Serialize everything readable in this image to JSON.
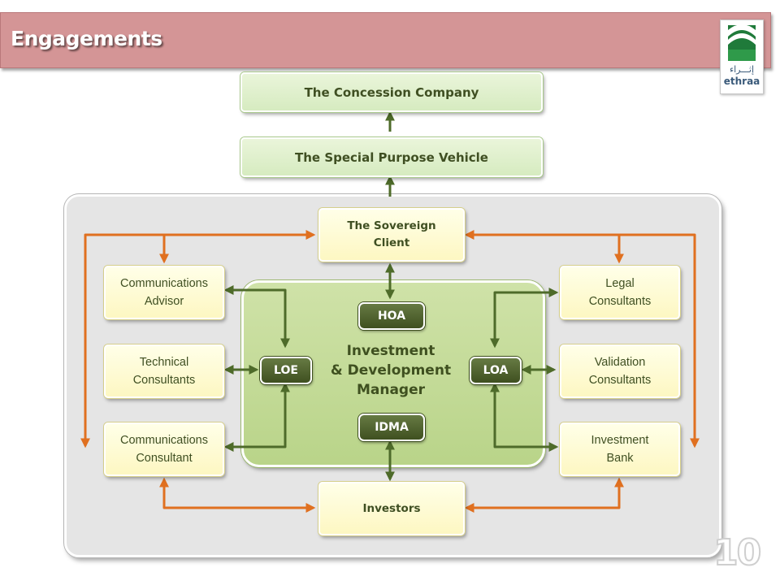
{
  "header": {
    "title": "Engagements"
  },
  "logo": {
    "arabic_text": "إثـــراء",
    "text": "ethraa"
  },
  "diagram": {
    "top_boxes": {
      "concession_company": "The Concession Company",
      "special_purpose_vehicle": "The Special Purpose Vehicle"
    },
    "sovereign_client": "The Sovereign\nClient",
    "investors": "Investors",
    "left_column": {
      "communications_advisor": "Communications\nAdvisor",
      "technical_consultants": "Technical\nConsultants",
      "communications_consultant": "Communications\nConsultant"
    },
    "right_column": {
      "legal_consultants": "Legal\nConsultants",
      "validation_consultants": "Validation\nConsultants",
      "investment_bank": "Investment\nBank"
    },
    "center": {
      "label": "Investment\n& Development\nManager",
      "hoa": "HOA",
      "idma": "IDMA",
      "loe": "LOE",
      "loa": "LOA"
    }
  },
  "colors": {
    "banner": "#d49596",
    "green_arrow": "#4e6b2a",
    "orange_arrow": "#e07020",
    "pill": "#4a5d28"
  },
  "page_number": "10"
}
